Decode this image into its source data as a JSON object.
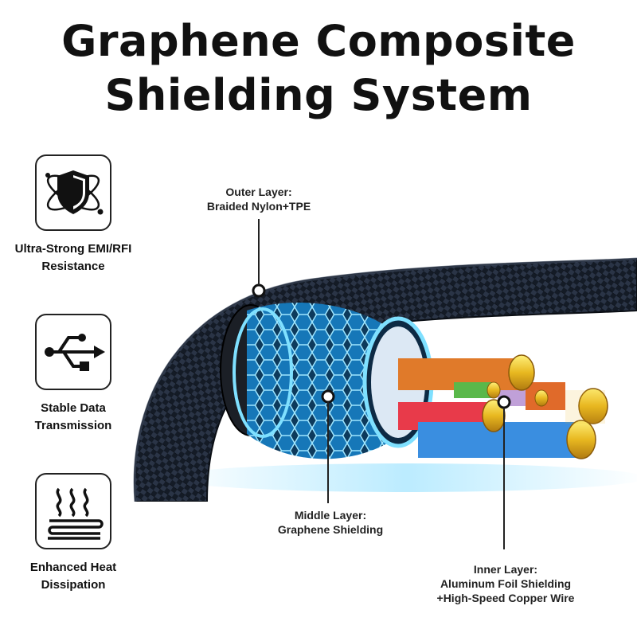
{
  "title": {
    "line1": "Graphene Composite",
    "line2": "Shielding System"
  },
  "features": [
    {
      "icon": "shield-atom-icon",
      "line1": "Ultra-Strong EMI/RFI",
      "line2": "Resistance"
    },
    {
      "icon": "usb-icon",
      "line1": "Stable Data",
      "line2": "Transmission"
    },
    {
      "icon": "heat-waves-icon",
      "line1": "Enhanced Heat",
      "line2": "Dissipation"
    }
  ],
  "callouts": {
    "outer": {
      "line1": "Outer Layer:",
      "line2": "Braided Nylon+TPE"
    },
    "middle": {
      "line1": "Middle Layer:",
      "line2": "Graphene Shielding"
    },
    "inner": {
      "line1": "Inner Layer:",
      "line2": "Aluminum Foil Shielding",
      "line3": "+High-Speed Copper Wire"
    }
  },
  "colors": {
    "braid": "#1a2230",
    "graphene_glow": "#3ec8ff",
    "copper": "#e8b820",
    "wire_colors": [
      "#e07a2a",
      "#e83a4a",
      "#3a8ee0",
      "#5ab84a",
      "#c0a0d8"
    ]
  }
}
